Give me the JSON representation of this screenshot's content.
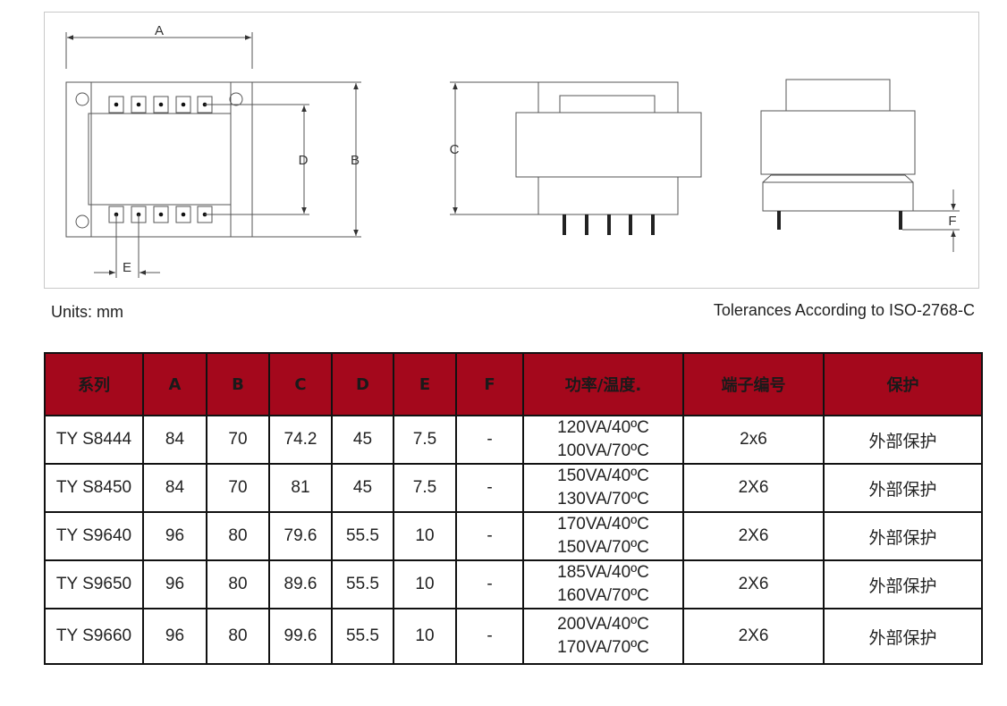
{
  "drawing": {
    "labels": {
      "a": "A",
      "b": "B",
      "c": "C",
      "d": "D",
      "e": "E",
      "f": "F"
    }
  },
  "units_text": "Units: mm",
  "tolerance_text": "Tolerances According to ISO-2768-C",
  "table": {
    "headers": [
      "系列",
      "A",
      "B",
      "C",
      "D",
      "E",
      "F",
      "功率/温度.",
      "端子编号",
      "保护"
    ],
    "rows": [
      {
        "series": "TY S8444",
        "a": "84",
        "b": "70",
        "c": "74.2",
        "d": "45",
        "e": "7.5",
        "f": "-",
        "power1": "120VA/40ºC",
        "power2": "100VA/70ºC",
        "terminal": "2x6",
        "protection": "外部保护"
      },
      {
        "series": "TY S8450",
        "a": "84",
        "b": "70",
        "c": "81",
        "d": "45",
        "e": "7.5",
        "f": "-",
        "power1": "150VA/40ºC",
        "power2": "130VA/70ºC",
        "terminal": "2X6",
        "protection": "外部保护"
      },
      {
        "series": "TY S9640",
        "a": "96",
        "b": "80",
        "c": "79.6",
        "d": "55.5",
        "e": "10",
        "f": "-",
        "power1": "170VA/40ºC",
        "power2": "150VA/70ºC",
        "terminal": "2X6",
        "protection": "外部保护"
      },
      {
        "series": "TY S9650",
        "a": "96",
        "b": "80",
        "c": "89.6",
        "d": "55.5",
        "e": "10",
        "f": "-",
        "power1": "185VA/40ºC",
        "power2": "160VA/70ºC",
        "terminal": "2X6",
        "protection": "外部保护"
      },
      {
        "series": "TY S9660",
        "a": "96",
        "b": "80",
        "c": "99.6",
        "d": "55.5",
        "e": "10",
        "f": "-",
        "power1": "200VA/40ºC",
        "power2": "170VA/70ºC",
        "terminal": "2X6",
        "protection": "外部保护"
      }
    ]
  }
}
